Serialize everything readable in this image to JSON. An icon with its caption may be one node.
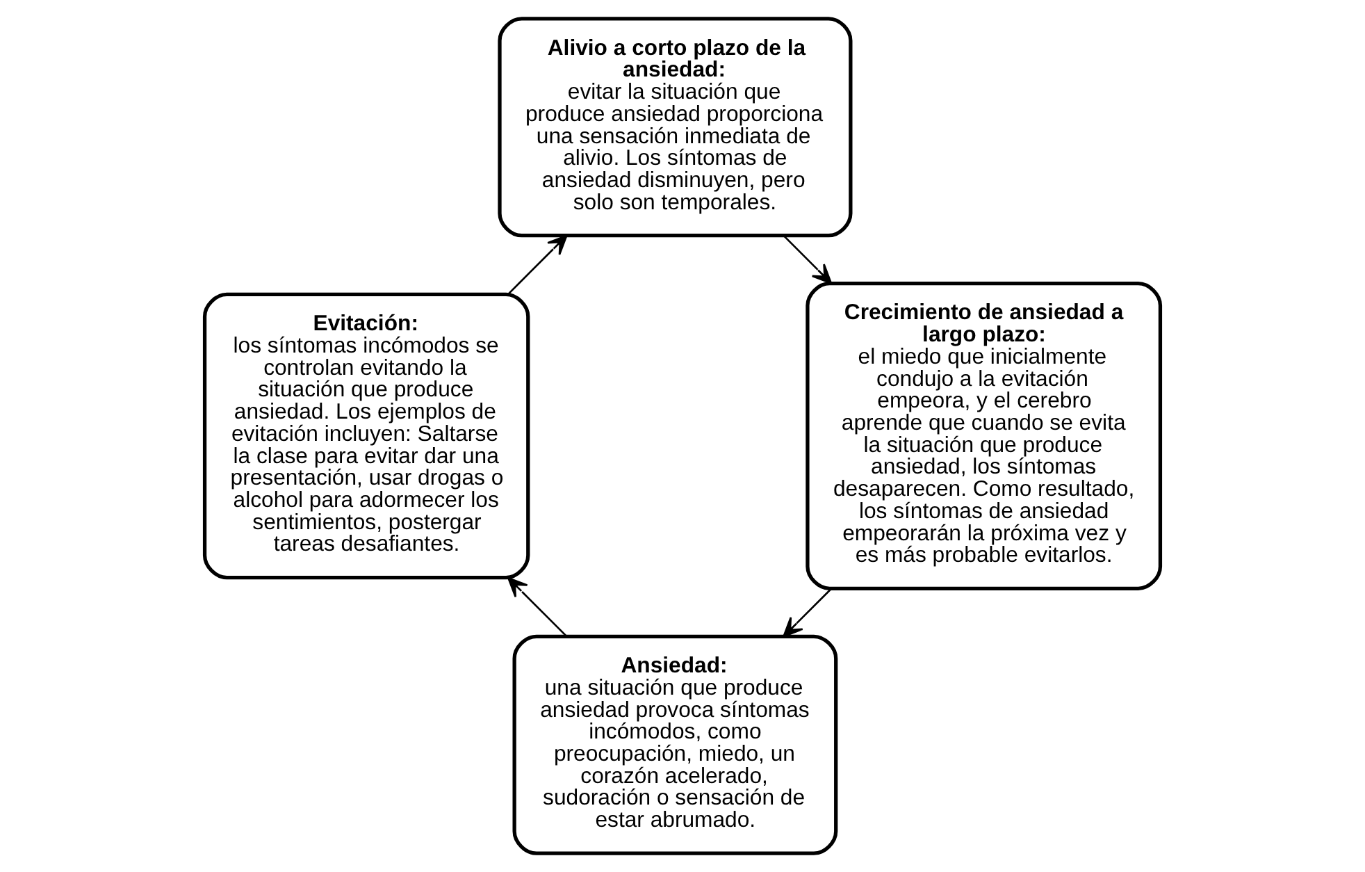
{
  "diagram": {
    "nodes": [
      {
        "text": [
          "Ansiedad:",
          "una situación que produce ansiedad provoca síntomas incómodos, como preocupación, miedo, un corazón acelerado, sudoración o sensación de estar abrumado."
        ]
      },
      {
        "text": [
          "Evitación:",
          "los síntomas incómodos se controlan evitando la situación que produce ansiedad. Los ejemplos de evitación incluyen: Saltarse la clase para evitar dar una presentación, usar drogas o alcohol para adormecer los sentimientos, postergar tareas desafiantes."
        ]
      },
      {
        "text": [
          "Alivio a corto plazo de la ansiedad:",
          "evitar la situación que produce ansiedad proporciona una sensación inmediata de alivio. Los síntomas de ansiedad disminuyen, pero solo son temporales."
        ]
      },
      {
        "text": [
          "Crecimiento de ansiedad a largo plazo:",
          "el miedo que inicialmente condujo a la evitación empeora, y el cerebro aprende que cuando se evita la situación que produce ansiedad, los síntomas desaparecen. Como resultado, los síntomas de ansiedad empeorarán la próxima vez y es más probable evitarlos."
        ]
      }
    ],
    "edges": [
      {
        "from": 0,
        "to": 1,
        "arrow": "to"
      },
      {
        "from": 1,
        "to": 2,
        "arrow": "to"
      },
      {
        "from": 2,
        "to": 3,
        "arrow": "to"
      },
      {
        "from": 3,
        "to": 0,
        "arrow": "to"
      }
    ]
  }
}
